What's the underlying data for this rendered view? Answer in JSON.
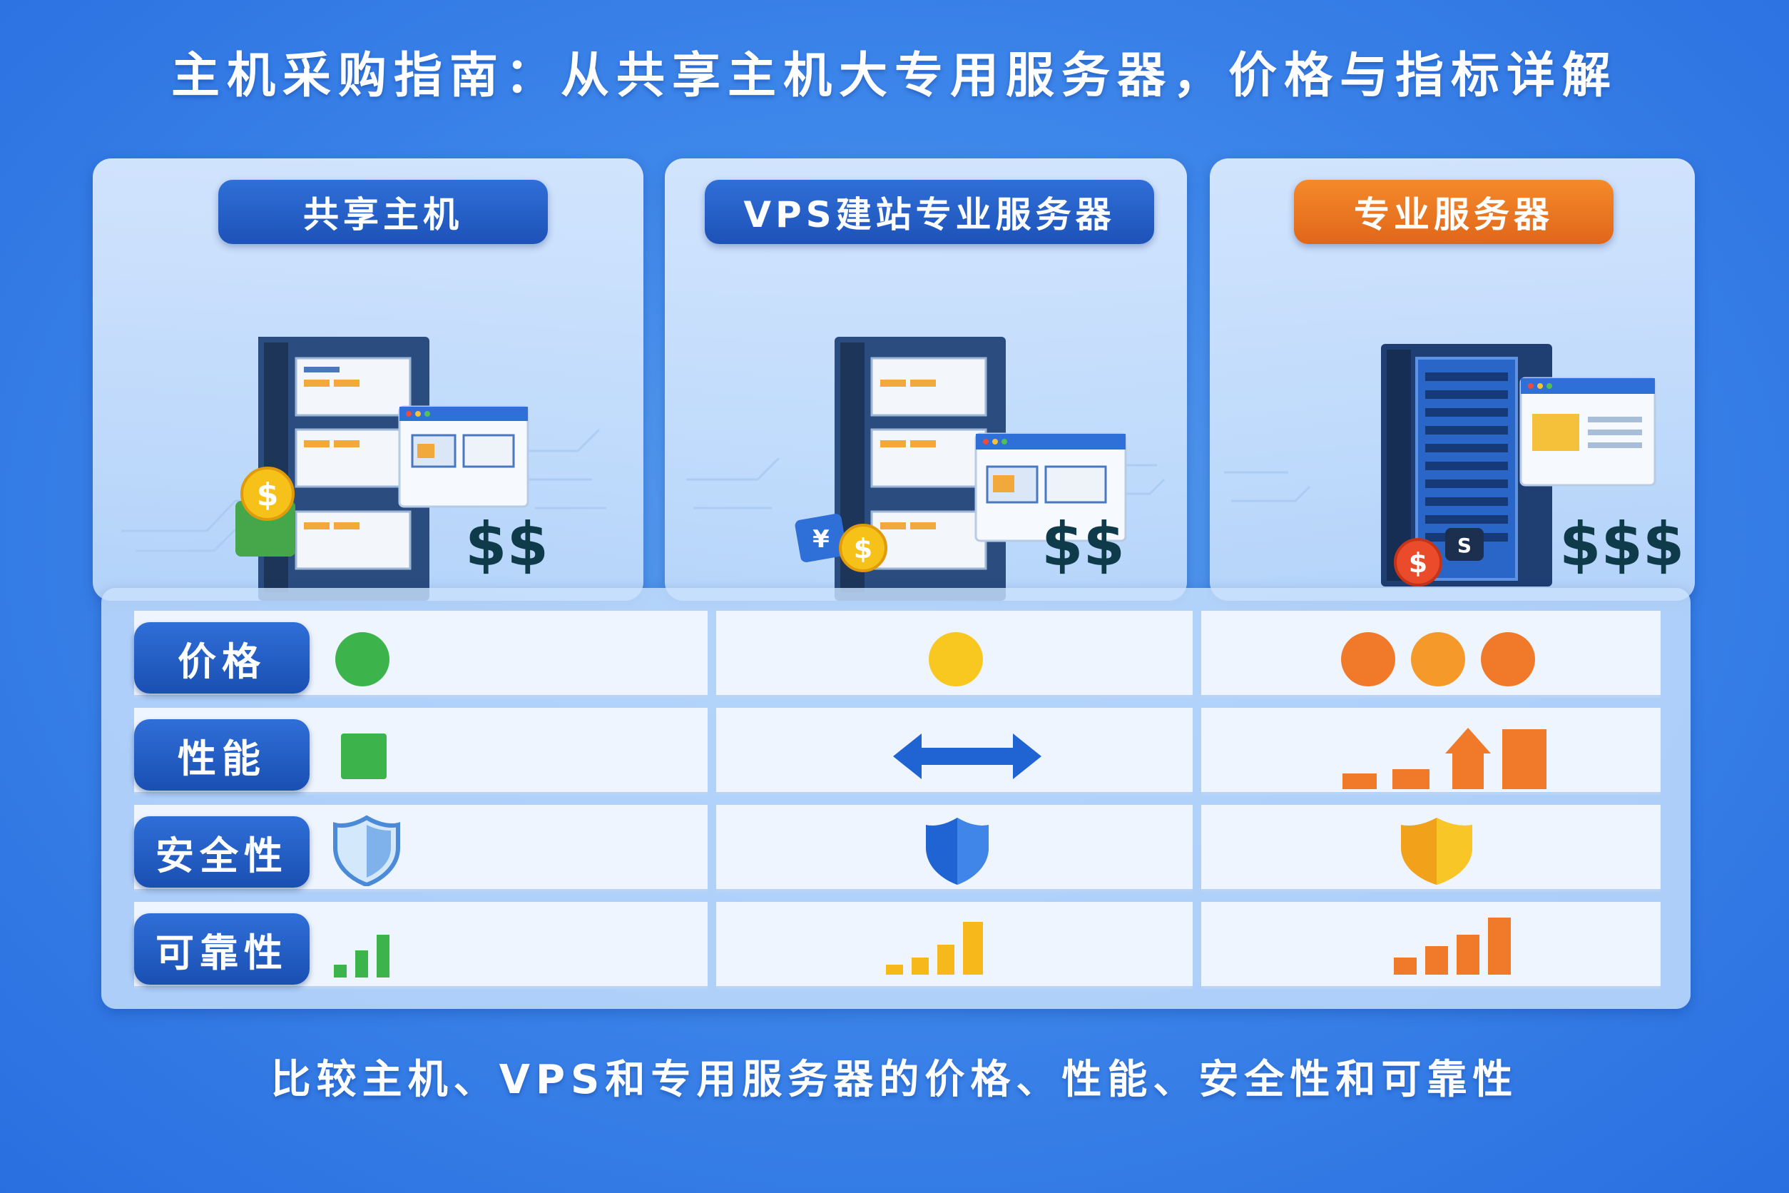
{
  "title": "主机采购指南：从共享主机大专用服务器，价格与指标详解",
  "subtitle": "比较主机、VPS和专用服务器的价格、性能、安全性和可靠性",
  "columns": [
    {
      "name": "共享主机",
      "price_symbol": "$$",
      "accent": "#1f5cc4"
    },
    {
      "name": "VPS建站专业服务器",
      "price_symbol": "$$",
      "accent": "#1f5cc4"
    },
    {
      "name": "专业服务器",
      "price_symbol": "$$$",
      "accent": "#ef7a22"
    }
  ],
  "rows": [
    {
      "label": "价格",
      "icons": [
        "green-circle-icon",
        "yellow-circle-icon",
        "three-orange-circles-icon"
      ]
    },
    {
      "label": "性能",
      "icons": [
        "green-square-icon",
        "double-arrow-icon",
        "rising-bars-arrow-icon"
      ]
    },
    {
      "label": "安全性",
      "icons": [
        "light-shield-icon",
        "blue-shield-icon",
        "gold-shield-icon"
      ]
    },
    {
      "label": "可靠性",
      "icons": [
        "green-signal-bars-icon",
        "yellow-signal-bars-icon",
        "orange-signal-bars-icon"
      ]
    }
  ],
  "colors": {
    "background": "#3d86ea",
    "pill_blue": "#1f5cc4",
    "pill_orange": "#ef7a22",
    "green": "#3cb44b",
    "yellow": "#f8c820",
    "orange": "#f07a2a",
    "shield_blue": "#1f64d2"
  }
}
